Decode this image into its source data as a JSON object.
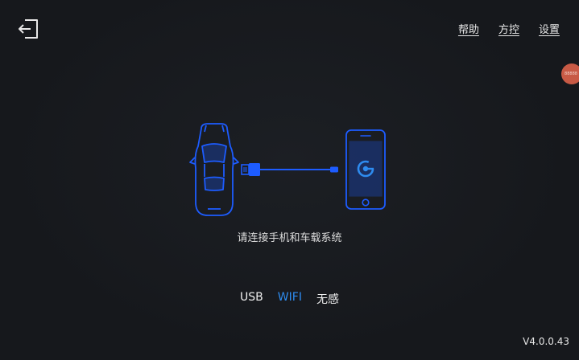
{
  "header": {
    "exit_icon": "exit-icon",
    "menu": [
      {
        "label": "帮助"
      },
      {
        "label": "方控"
      },
      {
        "label": "设置"
      }
    ]
  },
  "floating_ball": {
    "label": "88888"
  },
  "illustration": {
    "car_icon": "car-icon",
    "cable_icon": "usb-cable-icon",
    "phone_icon": "phone-icon",
    "accent_color": "#1d5cff"
  },
  "hint": "请连接手机和车载系统",
  "modes": [
    {
      "label": "USB",
      "active": false
    },
    {
      "label": "WIFI",
      "active": true
    },
    {
      "label": "无感",
      "active": false
    }
  ],
  "version": "V4.0.0.43",
  "colors": {
    "background": "#17191d",
    "active_tab": "#2e8cf0",
    "floating_ball": "#c85a45"
  }
}
